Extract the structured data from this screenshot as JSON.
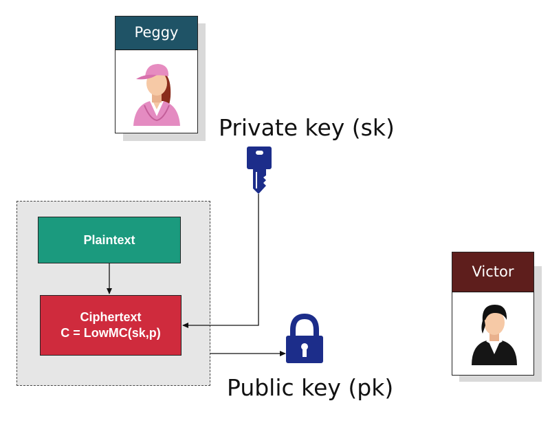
{
  "peggy": {
    "name": "Peggy"
  },
  "victor": {
    "name": "Victor"
  },
  "labels": {
    "private_key": "Private key (sk)",
    "public_key": "Public key (pk)"
  },
  "plaintext": {
    "label": "Plaintext"
  },
  "ciphertext": {
    "title": "Ciphertext",
    "formula": "C = LowMC(sk,p)"
  },
  "colors": {
    "peggy_header": "#1f5366",
    "victor_header": "#5e1e1c",
    "plaintext_fill": "#1b9a7e",
    "ciphertext_fill": "#cf2b3d",
    "key_lock": "#1c2d8a",
    "group_fill": "#e6e6e6"
  },
  "icons": {
    "peggy_avatar": "woman-pink-cap-icon",
    "victor_avatar": "man-judge-icon",
    "private_key": "key-icon",
    "public_key": "padlock-icon"
  }
}
